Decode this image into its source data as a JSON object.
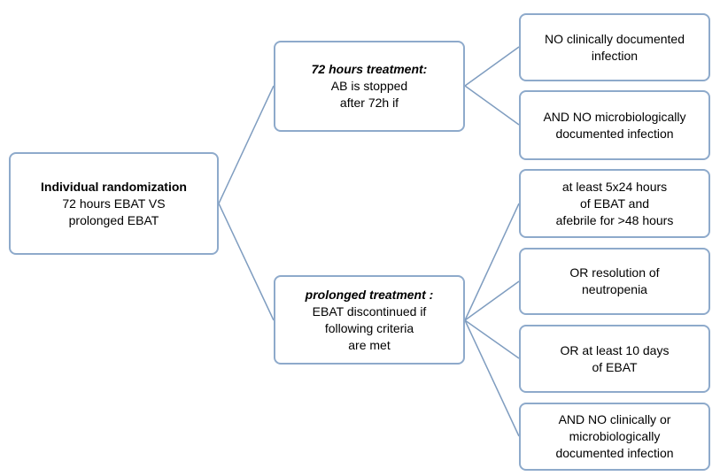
{
  "diagram": {
    "root": {
      "heading": "Individual randomization",
      "lines": [
        "72 hours EBAT VS",
        "prolonged EBAT"
      ]
    },
    "branches": [
      {
        "heading": "72 hours treatment:",
        "lines": [
          "AB is stopped",
          "after 72h if"
        ],
        "conditions": [
          [
            "NO clinically documented",
            "infection"
          ],
          [
            "AND NO microbiologically",
            "documented infection"
          ]
        ]
      },
      {
        "heading": "prolonged treatment :",
        "lines": [
          "EBAT discontinued if",
          "following criteria",
          "are met"
        ],
        "conditions": [
          [
            "at least 5x24 hours",
            "of EBAT and",
            "afebrile for >48 hours"
          ],
          [
            "OR resolution of",
            "neutropenia"
          ],
          [
            "OR at least 10 days",
            "of EBAT"
          ],
          [
            "AND NO clinically or",
            "microbiologically",
            "documented infection"
          ]
        ]
      }
    ],
    "colors": {
      "border": "#8eaacb",
      "connector": "#7f9dc0",
      "text": "#000000",
      "background": "#ffffff"
    }
  }
}
